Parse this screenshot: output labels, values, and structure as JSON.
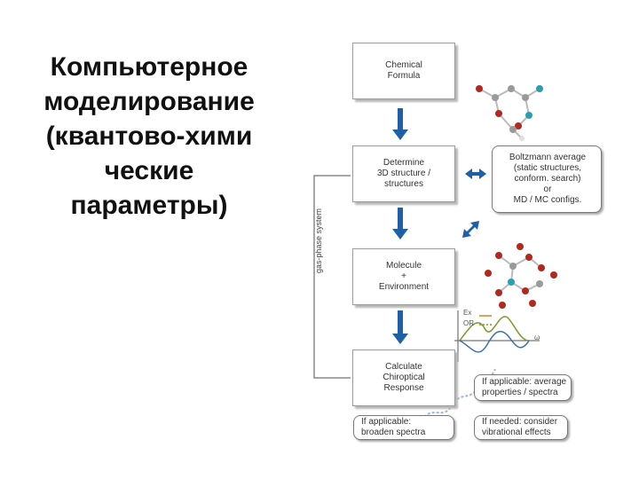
{
  "slide": {
    "title_lines": [
      "Компьютерное",
      "моделирование",
      "(квантово-хими",
      "ческие",
      "параметры)"
    ]
  },
  "diagram": {
    "steps": [
      {
        "lines": [
          "Chemical",
          "Formula"
        ]
      },
      {
        "lines": [
          "Determine",
          "3D structure /",
          "structures"
        ]
      },
      {
        "lines": [
          "Molecule",
          "+",
          "Environment"
        ]
      },
      {
        "lines": [
          "Calculate",
          "Chiroptical",
          "Response"
        ]
      }
    ],
    "boltzmann_box": {
      "lines": [
        "Boltzmann average",
        "(static structures,",
        "conform. search)",
        "or",
        "MD / MC configs."
      ]
    },
    "average_box": {
      "lines": [
        "If applicable: average",
        "properties / spectra"
      ]
    },
    "broaden_box": {
      "lines": [
        "If applicable:",
        "broaden spectra"
      ]
    },
    "vibrational_box": {
      "lines": [
        "If needed: consider",
        "vibrational effects"
      ]
    },
    "side_label": "gas-phase system",
    "spectrum": {
      "legend": [
        "Ex",
        "OR"
      ],
      "x_label": "ω"
    },
    "colors": {
      "arrow": "#1f5fa8",
      "curve_green": "#7a9a2a",
      "curve_blue": "#3a6fb5",
      "curve_orange": "#d9822b",
      "hydrogen": "#2a9fb0",
      "oxygen": "#b0281e",
      "carbon": "#9a9a9a"
    }
  }
}
